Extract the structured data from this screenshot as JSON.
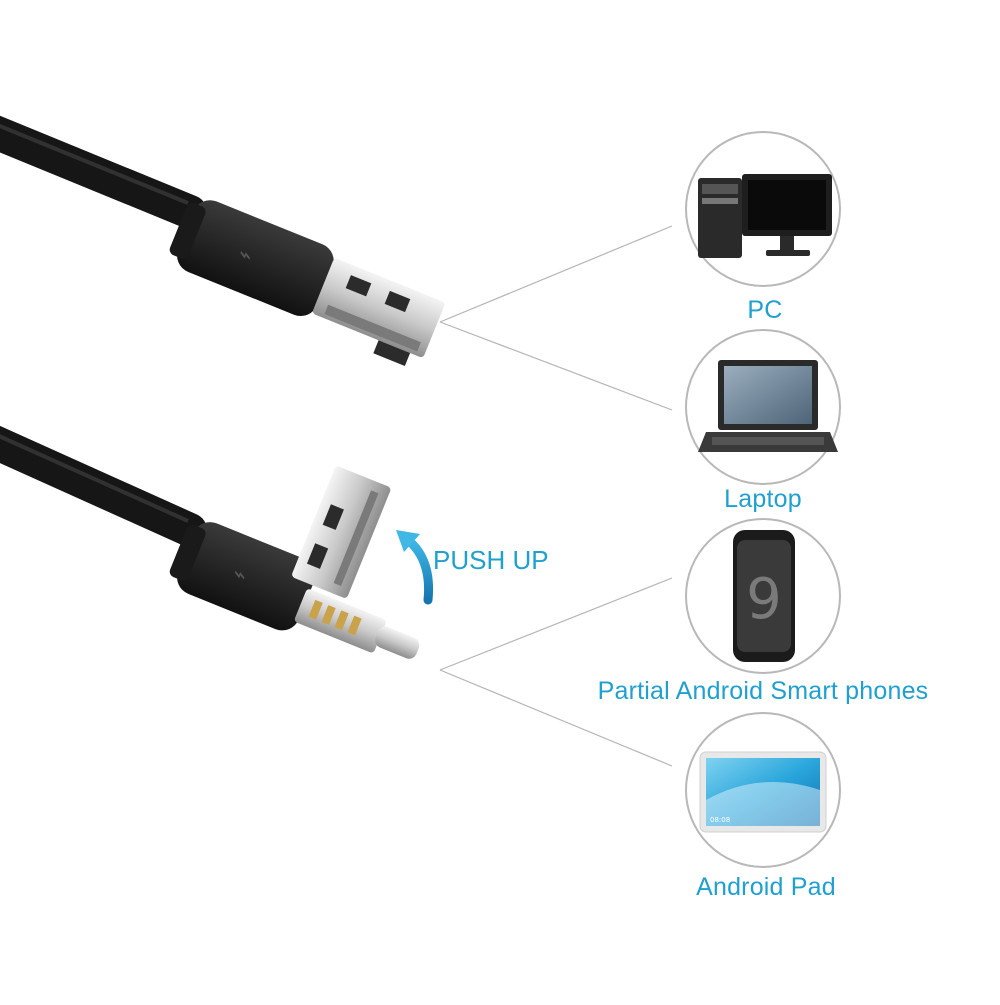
{
  "devices": [
    {
      "label": "PC",
      "icon": "desktop-pc-icon"
    },
    {
      "label": "Laptop",
      "icon": "laptop-icon"
    },
    {
      "label": "Partial Android Smart phones",
      "icon": "smartphone-icon"
    },
    {
      "label": "Android Pad",
      "icon": "tablet-icon"
    }
  ],
  "instruction": {
    "text": "PUSH UP",
    "icon": "curved-up-arrow-icon"
  },
  "phone_screen_digit": "9",
  "tablet_clock": "08:08",
  "colors": {
    "label": "#1fa0cf",
    "cable": "#1a1a1a",
    "circle_border": "#b8b8b8",
    "connector_lines": "#b5b5b5"
  }
}
